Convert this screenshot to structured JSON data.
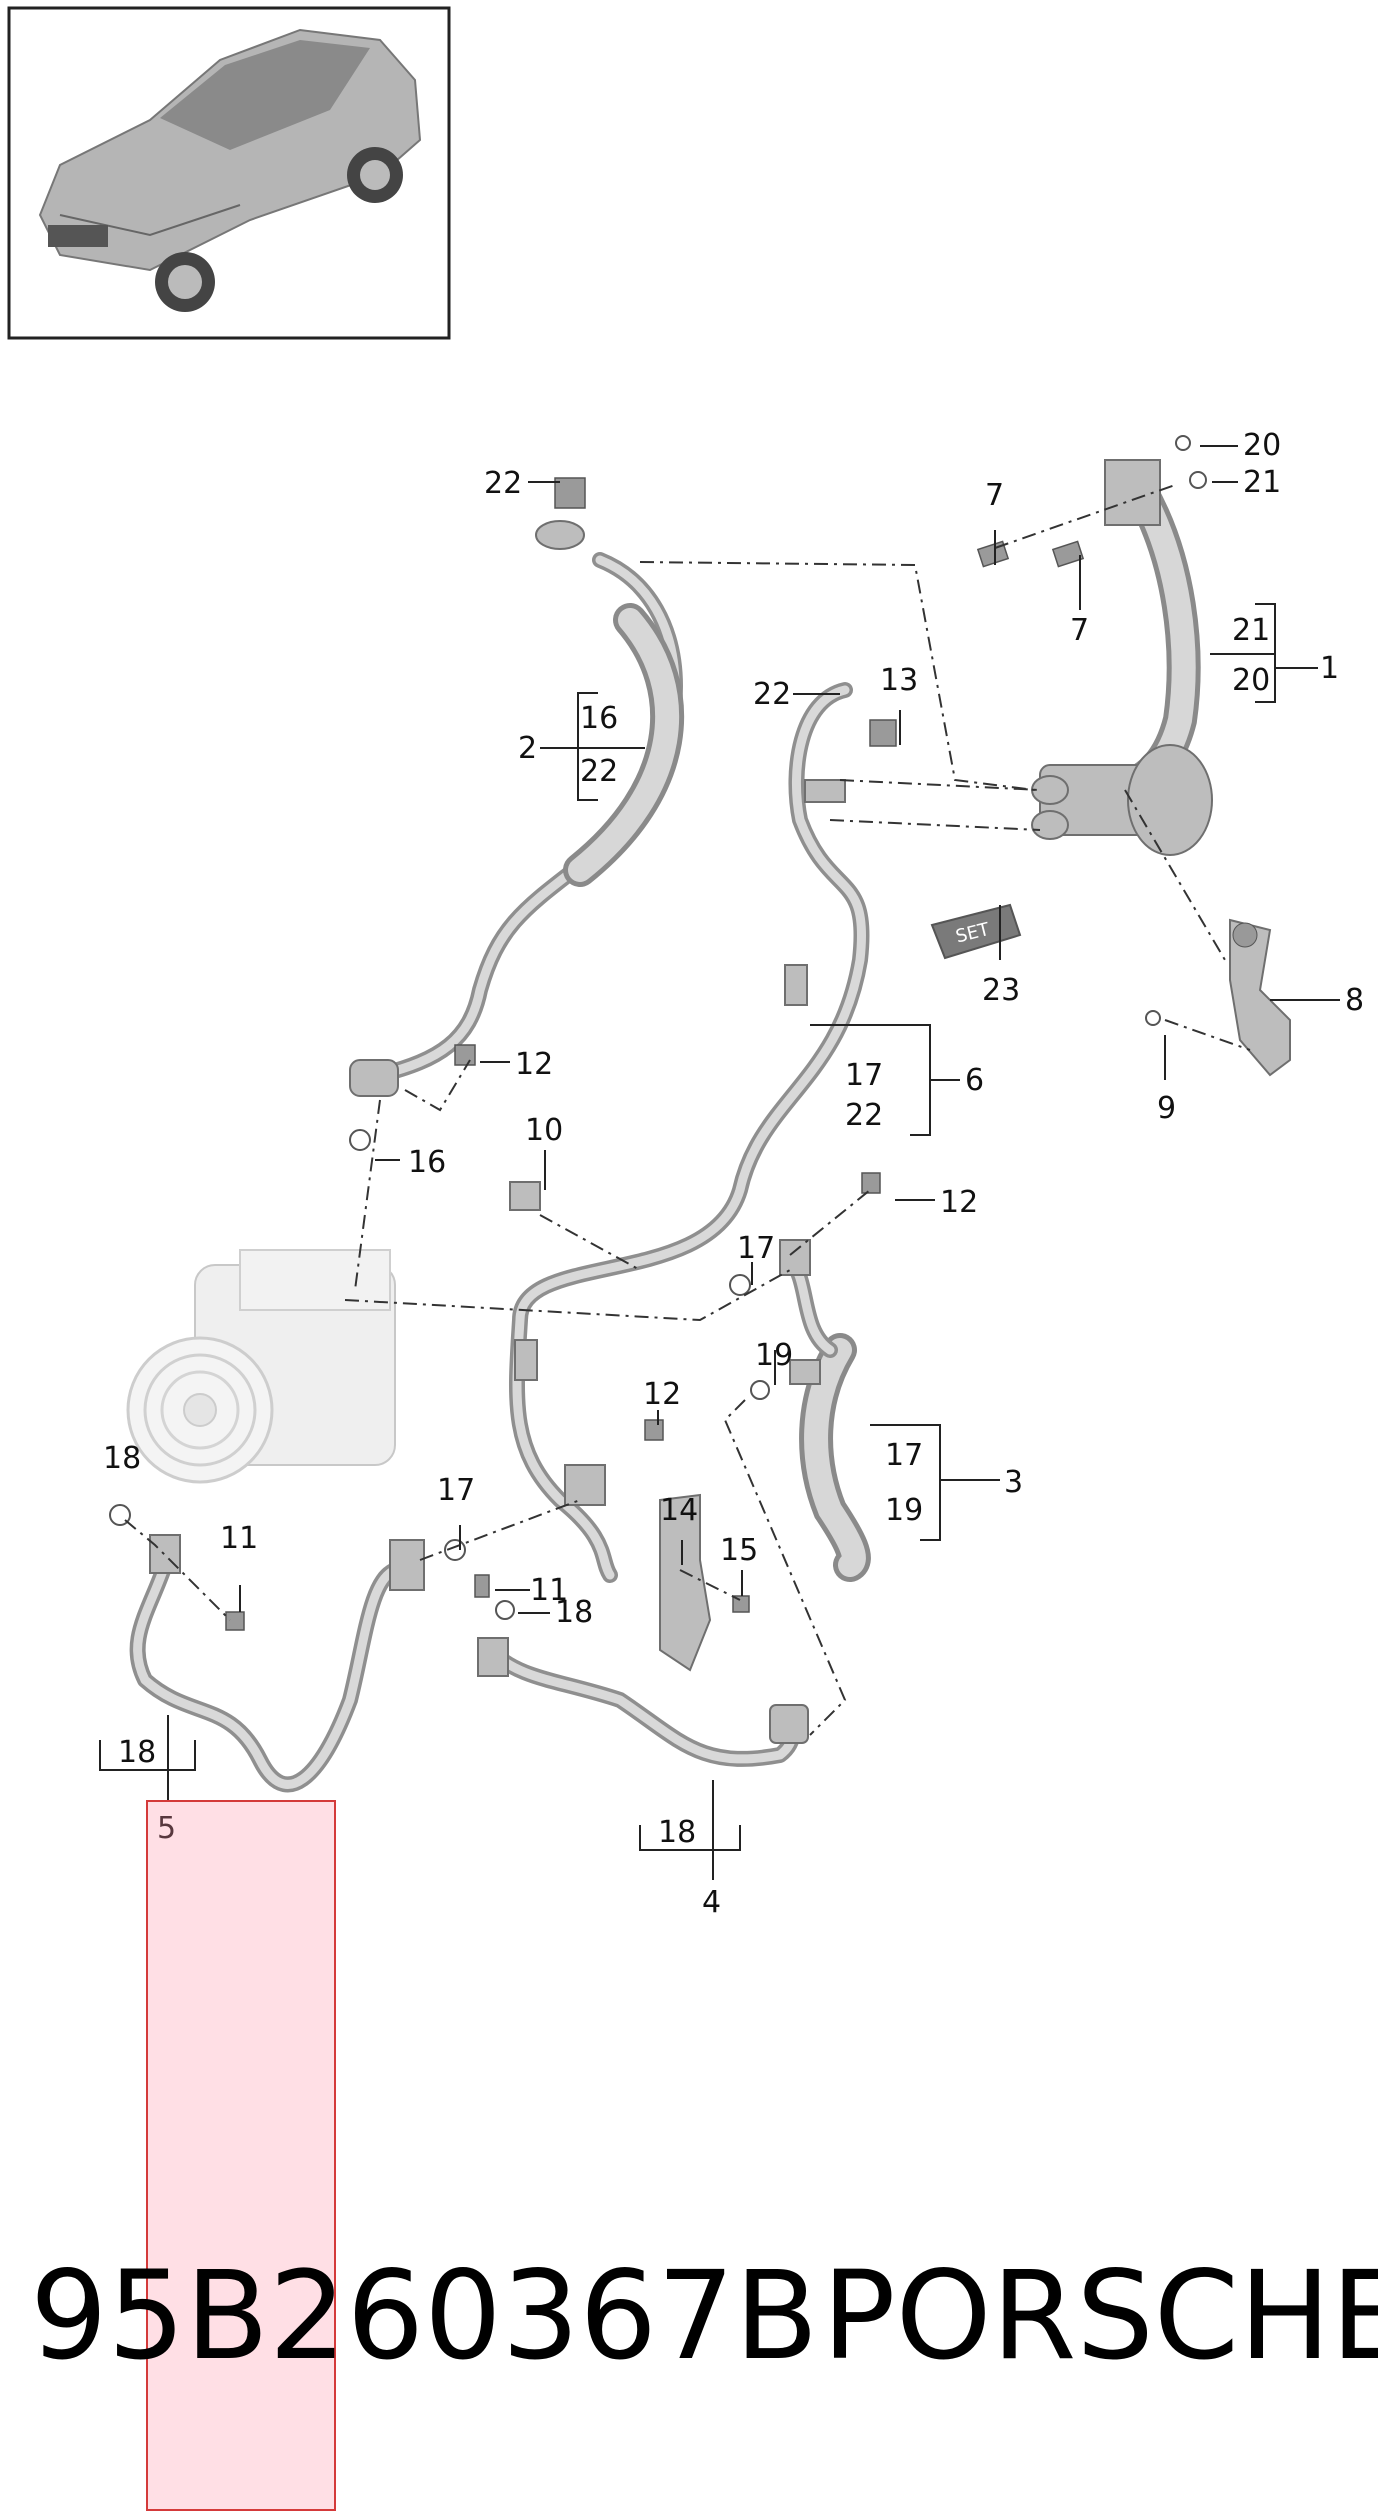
{
  "callouts": {
    "c1": "1",
    "c2": "2",
    "c3": "3",
    "c4": "4",
    "c5": "5",
    "c6": "6",
    "c7a": "7",
    "c7b": "7",
    "c8": "8",
    "c9": "9",
    "c10": "10",
    "c11a": "11",
    "c11b": "11",
    "c12a": "12",
    "c12b": "12",
    "c12c": "12",
    "c13": "13",
    "c14": "14",
    "c15": "15",
    "c16a": "16",
    "c16b": "16",
    "c17a": "17",
    "c17b": "17",
    "c17c": "17",
    "c17d": "17",
    "c18a": "18",
    "c18b": "18",
    "c18c": "18",
    "c18d": "18",
    "c19a": "19",
    "c19b": "19",
    "c20a": "20",
    "c20b": "20",
    "c21a": "21",
    "c21b": "21",
    "c22a": "22",
    "c22b": "22",
    "c22c": "22",
    "c22d": "22",
    "c23": "23"
  },
  "set_label": "SET",
  "footer": {
    "part_number": "95B260367B",
    "brand": "PORSCHE"
  },
  "colors": {
    "highlight_fill": "#ffd6de",
    "highlight_border": "#d43a3a"
  }
}
